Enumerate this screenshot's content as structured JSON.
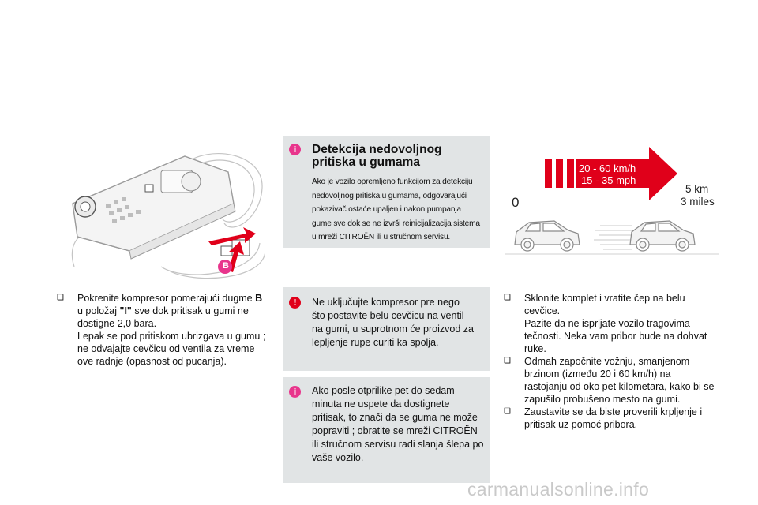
{
  "left_column": {
    "image_label": "B",
    "step1": {
      "bullet": "❑",
      "line1_pre": "Pokrenite kompresor pomerajući dugme ",
      "line1_bold": "B",
      "line2_pre": "u položaj ",
      "line2_bold": "\"I\"",
      "line2_post": " sve dok pritisak u gumi ne",
      "line3": "dostigne 2,0 bara.",
      "line4": "Lepak se pod pritiskom ubrizgava u gumu ;",
      "line5": "ne odvajajte cevčicu od ventila za vreme",
      "line6": "ove radnje (opasnost od pucanja)."
    }
  },
  "center_column": {
    "detection_box": {
      "icon": "i",
      "title_line1": "Detekcija nedovoljnog",
      "title_line2": "pritiska u gumama",
      "lines": [
        "Ako je vozilo opremljeno funkcijom za detekciju",
        "nedovoljnog pritiska u gumama, odgovarajući",
        "pokazivač ostaće upaljen i nakon pumpanja",
        "gume sve dok se ne izvrši reinicijalizacija sistema",
        "u mreži CITROËN ili u stručnom servisu."
      ]
    },
    "warning_box": {
      "icon": "!",
      "lines": [
        "Ne uključujte kompresor pre nego",
        "što postavite belu cevčicu na ventil",
        "na gumi, u suprotnom će proizvod za",
        "lepljenje rupe curiti ka spolja."
      ]
    },
    "info_box": {
      "icon": "i",
      "lines": [
        "Ako posle otprilike pet do sedam",
        "minuta ne uspete da dostignete",
        "pritisak, to znači da se guma ne može",
        "popraviti ; obratite se mreži CITROËN",
        "ili stručnom servisu radi slanja šlepa po",
        "vaše vozilo."
      ]
    }
  },
  "right_column": {
    "diagram": {
      "speed_kmh": "20 - 60 km/h",
      "speed_mph": "15 - 35 mph",
      "start_label": "0",
      "distance_km": "5 km",
      "distance_miles": "3 miles"
    },
    "steps": [
      {
        "bullet": "❑",
        "lines": [
          "Sklonite komplet i vratite čep na belu",
          "cevčice.",
          "Pazite da ne isprljate vozilo tragovima",
          "tečnosti. Neka vam pribor bude na dohvat",
          "ruke."
        ]
      },
      {
        "bullet": "❑",
        "lines": [
          "Odmah započnite vožnju, smanjenom",
          "brzinom (između 20 i 60 km/h) na",
          "rastojanju od oko pet kilometara, kako bi se",
          "zapušilo probušeno mesto na gumi."
        ]
      },
      {
        "bullet": "❑",
        "lines": [
          "Zaustavite se da biste proverili krpljenje i",
          "pritisak uz pomoć pribora."
        ]
      }
    ]
  },
  "watermark": "carmanualsonline.info",
  "colors": {
    "panel_bg": "#e1e4e5",
    "info_icon": "#e8358c",
    "warning_icon": "#e0001a",
    "arrow_red": "#e0001a",
    "watermark": "#c9c9c9"
  }
}
